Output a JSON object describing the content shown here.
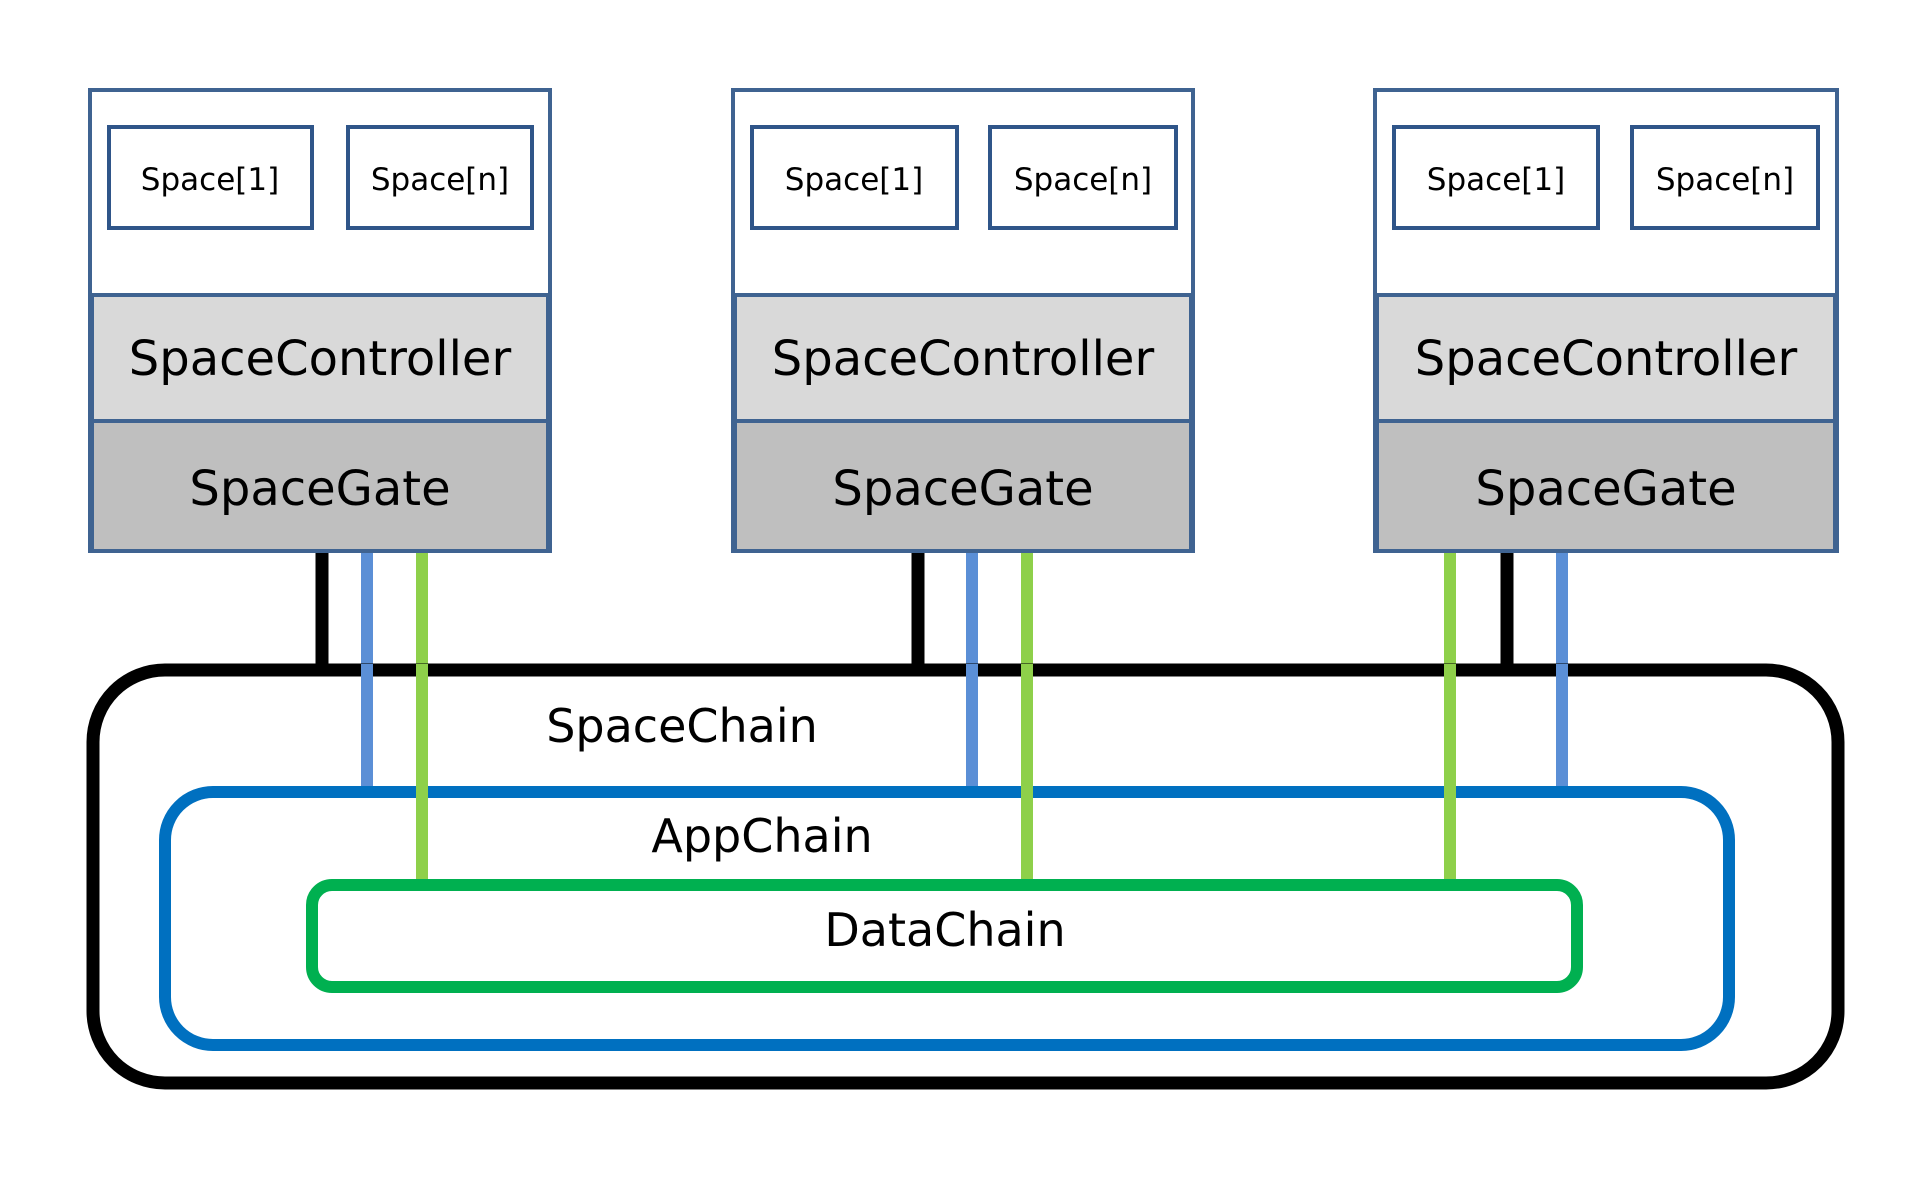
{
  "nodes": [
    {
      "space_first": "Space[1]",
      "space_last": "Space[n]",
      "controller": "SpaceController",
      "gate": "SpaceGate"
    },
    {
      "space_first": "Space[1]",
      "space_last": "Space[n]",
      "controller": "SpaceController",
      "gate": "SpaceGate"
    },
    {
      "space_first": "Space[1]",
      "space_last": "Space[n]",
      "controller": "SpaceController",
      "gate": "SpaceGate"
    }
  ],
  "chains": {
    "space_chain": "SpaceChain",
    "app_chain": "AppChain",
    "data_chain": "DataChain"
  },
  "colors": {
    "space_chain": "#000000",
    "app_chain": "#0070c0",
    "data_chain": "#00b050",
    "app_link": "#5b8fd6",
    "data_link": "#8ed04a",
    "node_border": "#3f6391"
  }
}
